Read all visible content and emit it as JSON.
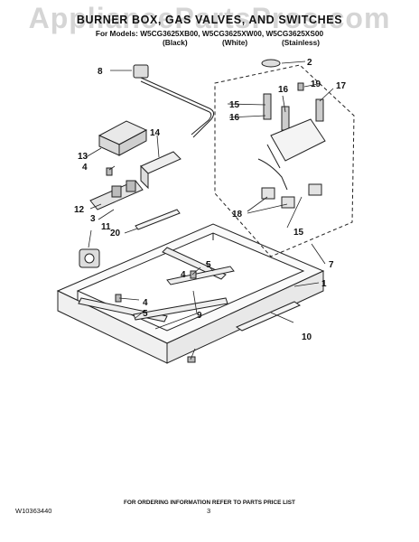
{
  "watermark": "AppliancePartsPros.com",
  "header": {
    "title": "BURNER BOX, GAS VALVES, AND SWITCHES",
    "models_line": "For Models: W5CG3625XB00, W5CG3625XW00, W5CG3625XS00",
    "variants": [
      "(Black)",
      "(White)",
      "(Stainless)"
    ]
  },
  "callouts": [
    "1",
    "2",
    "3",
    "4",
    "4",
    "4",
    "5",
    "5",
    "7",
    "8",
    "9",
    "10",
    "11",
    "12",
    "13",
    "14",
    "15",
    "15",
    "16",
    "16",
    "17",
    "18",
    "19",
    "20"
  ],
  "footer": {
    "ordering_note": "FOR ORDERING INFORMATION REFER TO PARTS PRICE LIST",
    "doc_number": "W10363440",
    "page_number": "3"
  }
}
